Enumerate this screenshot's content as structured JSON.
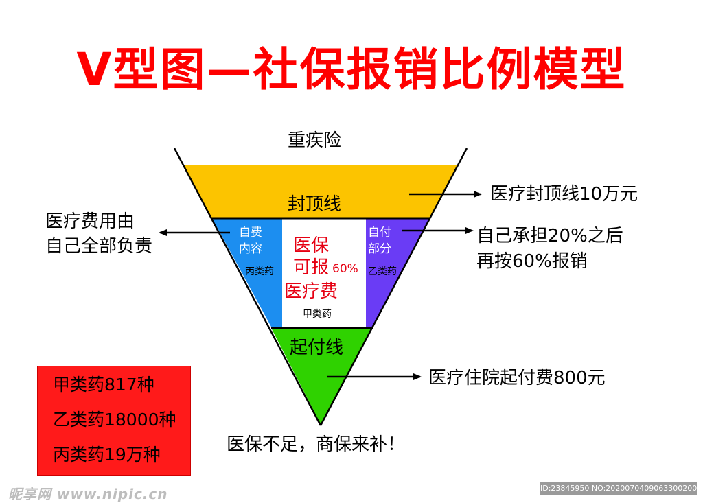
{
  "title": "V型图—社保报销比例模型",
  "diagram": {
    "top_label": "重疾险",
    "cap_band_label": "封顶线",
    "self_pay_content": [
      "自费",
      "内容"
    ],
    "self_pay_drug": "丙类药",
    "center_text": [
      "医保",
      "可报",
      "医疗费"
    ],
    "center_percent": "60%",
    "center_drug": "甲类药",
    "copay_part": [
      "自付",
      "部分"
    ],
    "copay_drug": "乙类药",
    "deductible_label": "起付线",
    "bottom_note": "医保不足，商保来补！",
    "colors": {
      "cap_band": "#fcc400",
      "self_pay": "#1c8ef0",
      "center": "#ffffff",
      "copay": "#6a3cf5",
      "deductible": "#2fd200",
      "title": "#ff0000",
      "accent_red": "#e60012"
    }
  },
  "annotations": {
    "cap_line": "医疗封顶线10万元",
    "self_pay_1": "医疗费用由",
    "self_pay_2": "自己全部负责",
    "copay_1": "自己承担20%之后",
    "copay_2": "再按60%报销",
    "deductible": "医疗住院起付费800元"
  },
  "drug_box": {
    "line1": "甲类药817种",
    "line2": "乙类药18000种",
    "line3": "丙类药19万种"
  },
  "watermark": {
    "logo": "昵享网 www.nipic.cn",
    "id": "ID:23845950 NO:20200704090633002000"
  }
}
